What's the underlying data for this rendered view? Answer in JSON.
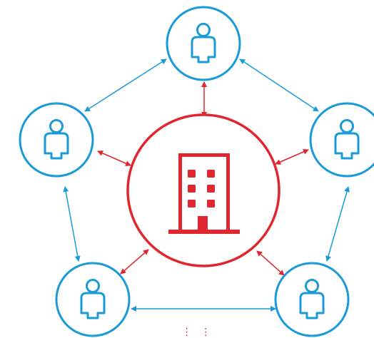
{
  "colors": {
    "person": "#1a9bd7",
    "building": "#e0262e",
    "background": "#ffffff"
  },
  "nodes": {
    "center": {
      "icon": "office-building-icon"
    },
    "people": [
      {
        "id": "top",
        "icon": "person-icon"
      },
      {
        "id": "upper-left",
        "icon": "person-icon"
      },
      {
        "id": "upper-right",
        "icon": "person-icon"
      },
      {
        "id": "lower-left",
        "icon": "person-icon"
      },
      {
        "id": "lower-right",
        "icon": "person-icon"
      }
    ]
  },
  "connections": {
    "person_to_person": [
      [
        "top",
        "upper-left"
      ],
      [
        "top",
        "upper-right"
      ],
      [
        "upper-left",
        "lower-left"
      ],
      [
        "upper-right",
        "lower-right"
      ],
      [
        "lower-left",
        "lower-right"
      ]
    ],
    "person_to_center": [
      "top",
      "upper-left",
      "upper-right",
      "lower-left",
      "lower-right"
    ]
  },
  "continuation_marker": "⋮ ⋮"
}
